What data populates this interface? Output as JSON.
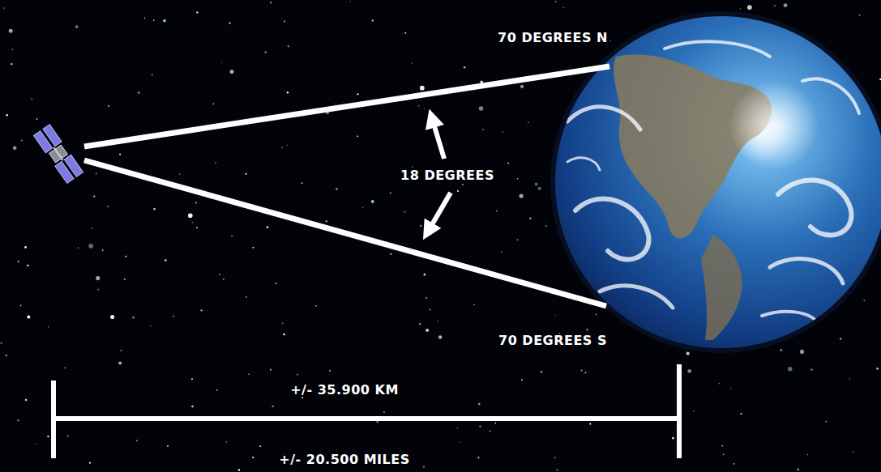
{
  "diagram": {
    "labels": [
      "70 DEGREES N",
      "18 DEGREES",
      "70 DEGREES S",
      "+/- 35.900 KM",
      "+/- 20.500 MILES"
    ]
  }
}
